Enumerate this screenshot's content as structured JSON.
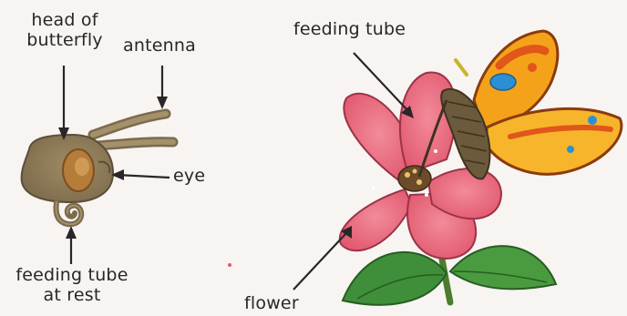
{
  "labels": {
    "head_line1": "head of",
    "head_line2": "butterfly",
    "antenna": "antenna",
    "eye": "eye",
    "feeding_tube_rest_line1": "feeding tube",
    "feeding_tube_rest_line2": "at rest",
    "feeding_tube": "feeding tube",
    "flower": "flower"
  },
  "colors": {
    "background": "#f7f4f1",
    "head_skin": "#8d7a58",
    "petal": "#e8647a",
    "leaf": "#3f8f3a",
    "wing_orange": "#f4a21a",
    "wing_spot_blue": "#2b8fd6",
    "label_text": "#2a2627",
    "leader_line": "#2a2627"
  }
}
